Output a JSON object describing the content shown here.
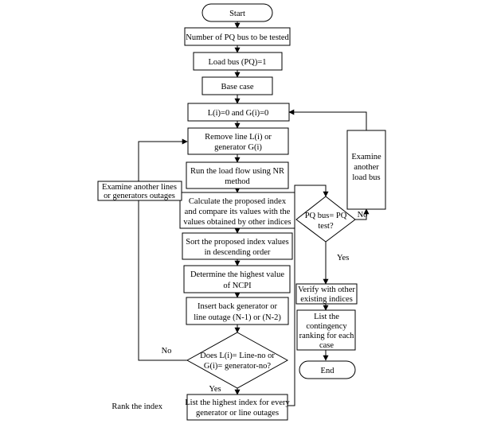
{
  "flowchart": {
    "start": "Start",
    "step1": "Number of PQ bus to be tested",
    "step2": "Load bus (PQ)=1",
    "step3": "Base case",
    "step4": "L(i)=0 and G(i)=0",
    "step5": [
      "Remove line L(i) or",
      "generator G(i)"
    ],
    "step6": [
      "Run the load flow using NR",
      "method"
    ],
    "step7": [
      "Calculate the proposed index",
      "and compare its values with the",
      "values obtained by other indices"
    ],
    "step8": [
      "Sort the proposed index values",
      "in descending order"
    ],
    "step9": [
      "Determine the highest value",
      "of NCPI"
    ],
    "step10": [
      "Insert  back generator or",
      "line outage (N-1) or (N-2)"
    ],
    "decision1": [
      "Does L(i)= Line-no or",
      "G(i)= generator-no?"
    ],
    "step11": [
      "List the highest index for every",
      "generator or line outages"
    ],
    "examine_outages": [
      "Examine another lines",
      "or generators outages"
    ],
    "decision2": [
      "PQ bus= PQ",
      "test?"
    ],
    "examine_bus": [
      "Examine",
      "another",
      "load bus"
    ],
    "verify": [
      "Verify with other",
      "existing indices"
    ],
    "list_ranking": [
      "List the",
      "contingency",
      "ranking for each",
      "case"
    ],
    "end": "End",
    "labels": {
      "no_left": "No",
      "yes_left": "Yes",
      "no_right": "No",
      "yes_right": "Yes",
      "rank_index": "Rank the index"
    }
  }
}
